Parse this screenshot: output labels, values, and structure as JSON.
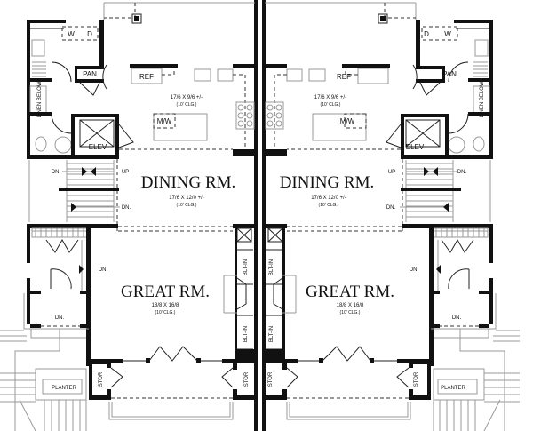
{
  "plan": {
    "units": [
      {
        "side": "left",
        "washer": "W",
        "dryer": "D",
        "pantry": "PAN",
        "refrigerator": "REF",
        "linen": "LINEN BELOW",
        "kitchen_size": "17/6 X 9/6 +/-",
        "kitchen_ceiling": "(10' CLG.)",
        "microwave": "M/W",
        "elevator": "ELEV",
        "stair_dn_1": "DN.",
        "stair_up": "UP",
        "stair_dn_2": "DN.",
        "dining_title": "DINING RM.",
        "dining_size": "17/6 X 12/0 +/-",
        "dining_ceiling": "(10' CLG.)",
        "entry_dn_1": "DN.",
        "entry_dn_2": "DN.",
        "great_title": "GREAT RM.",
        "great_size": "18/8 X 16/8",
        "great_ceiling": "(10' CLG.)",
        "builtin_1": "BLT-IN",
        "builtin_2": "BLT-IN",
        "storage_1": "STOR",
        "storage_2": "STOR",
        "planter": "PLANTER"
      },
      {
        "side": "right",
        "washer": "W",
        "dryer": "D",
        "pantry": "PAN",
        "refrigerator": "REF",
        "linen": "LINEN BELOW",
        "kitchen_size": "17/6 X 9/6 +/-",
        "kitchen_ceiling": "(10' CLG.)",
        "microwave": "M/W",
        "elevator": "ELEV",
        "stair_dn_1": "DN.",
        "stair_up": "UP",
        "stair_dn_2": "DN.",
        "dining_title": "DINING RM.",
        "dining_size": "17/6 X 12/0 +/-",
        "dining_ceiling": "(10' CLG.)",
        "entry_dn_1": "DN.",
        "entry_dn_2": "DN.",
        "great_title": "GREAT RM.",
        "great_size": "18/8 X 16/8",
        "great_ceiling": "(10' CLG.)",
        "builtin_1": "BLT-IN",
        "builtin_2": "BLT-IN",
        "storage_1": "STOR",
        "storage_2": "STOR",
        "planter": "PLANTER"
      }
    ]
  }
}
